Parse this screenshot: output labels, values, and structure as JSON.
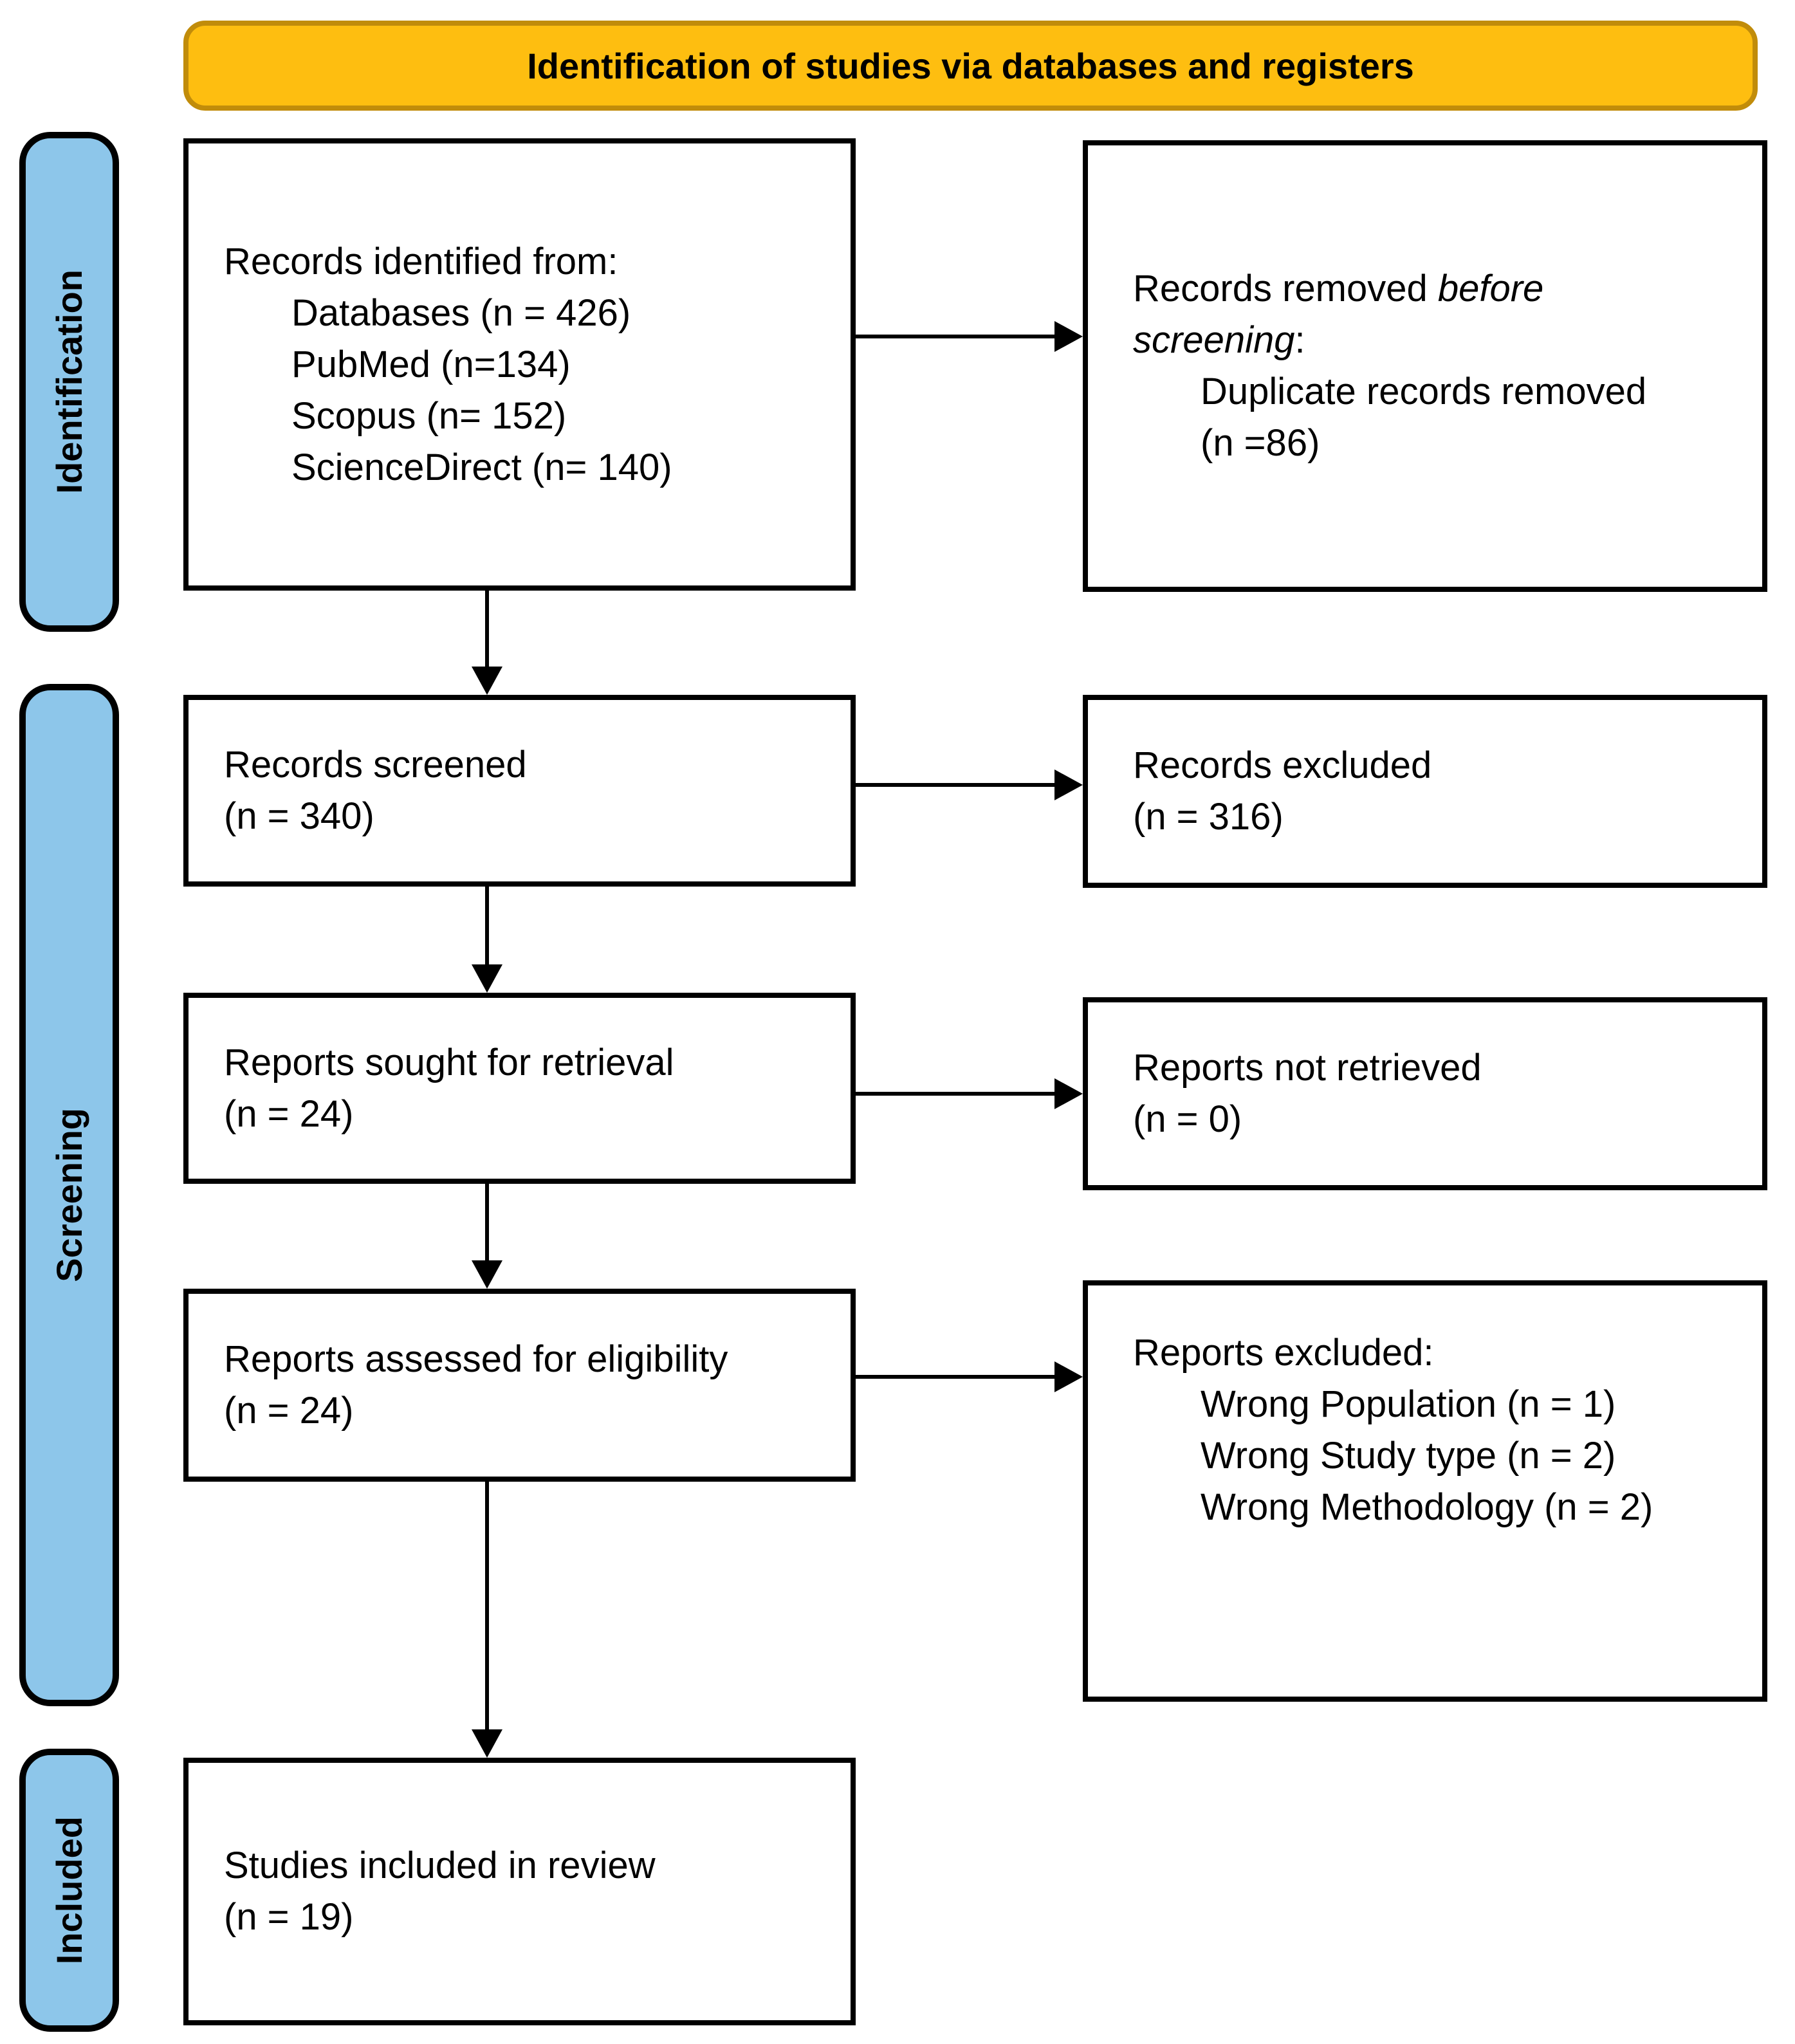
{
  "header": {
    "title": "Identification of studies via databases and registers"
  },
  "stages": {
    "identification": "Identification",
    "screening": "Screening",
    "included": "Included"
  },
  "colors": {
    "header_fill": "#FEBE10",
    "header_border": "#C18C0A",
    "stage_fill": "#8DC6EA"
  },
  "boxes": {
    "records_identified": {
      "title": "Records identified from:",
      "items": [
        "Databases (n = 426)",
        "PubMed (n=134)",
        "Scopus (n= 152)",
        "ScienceDirect (n= 140)"
      ]
    },
    "records_removed": {
      "line1_prefix": "Records removed ",
      "line1_italic": "before",
      "line2_italic": "screening",
      "line2_suffix": ":",
      "items": [
        "Duplicate records removed",
        "(n =86)"
      ]
    },
    "records_screened": {
      "title": "Records screened",
      "count": "(n = 340)"
    },
    "records_excluded": {
      "title": "Records excluded",
      "count": "(n = 316)"
    },
    "reports_sought": {
      "title": "Reports sought for retrieval",
      "count": "(n = 24)"
    },
    "reports_not_retrieved": {
      "title": "Reports not retrieved",
      "count": "(n = 0)"
    },
    "reports_assessed": {
      "title": "Reports assessed for eligibility",
      "count": "(n = 24)"
    },
    "reports_excluded": {
      "title": "Reports excluded:",
      "items": [
        "Wrong Population (n = 1)",
        "Wrong Study type (n = 2)",
        "Wrong Methodology (n = 2)"
      ]
    },
    "studies_included": {
      "title": "Studies included in review",
      "count": "(n = 19)"
    }
  }
}
